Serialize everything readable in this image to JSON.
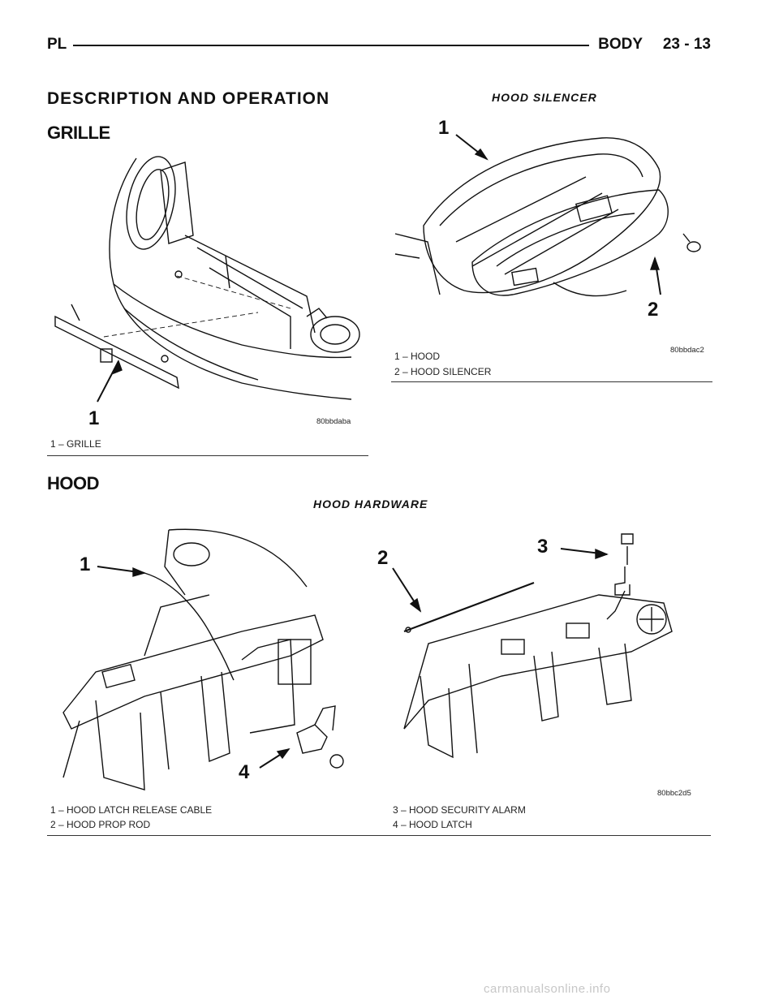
{
  "header": {
    "left": "PL",
    "section": "BODY",
    "page": "23 - 13"
  },
  "main_heading": "DESCRIPTION AND OPERATION",
  "grille": {
    "heading": "GRILLE",
    "figure_id": "80bbdaba",
    "callouts": [
      "1"
    ],
    "legend": [
      "1 – GRILLE"
    ]
  },
  "hood_silencer": {
    "title": "HOOD SILENCER",
    "figure_id": "80bbdac2",
    "callouts": [
      "1",
      "2"
    ],
    "legend": [
      "1 – HOOD",
      "2 – HOOD SILENCER"
    ]
  },
  "hood": {
    "heading": "HOOD",
    "figure_title": "HOOD HARDWARE",
    "figure_id": "80bbc2d5",
    "callouts": [
      "1",
      "2",
      "3",
      "4"
    ],
    "legend_left": [
      "1 – HOOD LATCH RELEASE CABLE",
      "2 – HOOD PROP ROD"
    ],
    "legend_right": [
      "3 – HOOD SECURITY ALARM",
      "4 – HOOD LATCH"
    ]
  },
  "watermark": "carmanualsonline.info"
}
